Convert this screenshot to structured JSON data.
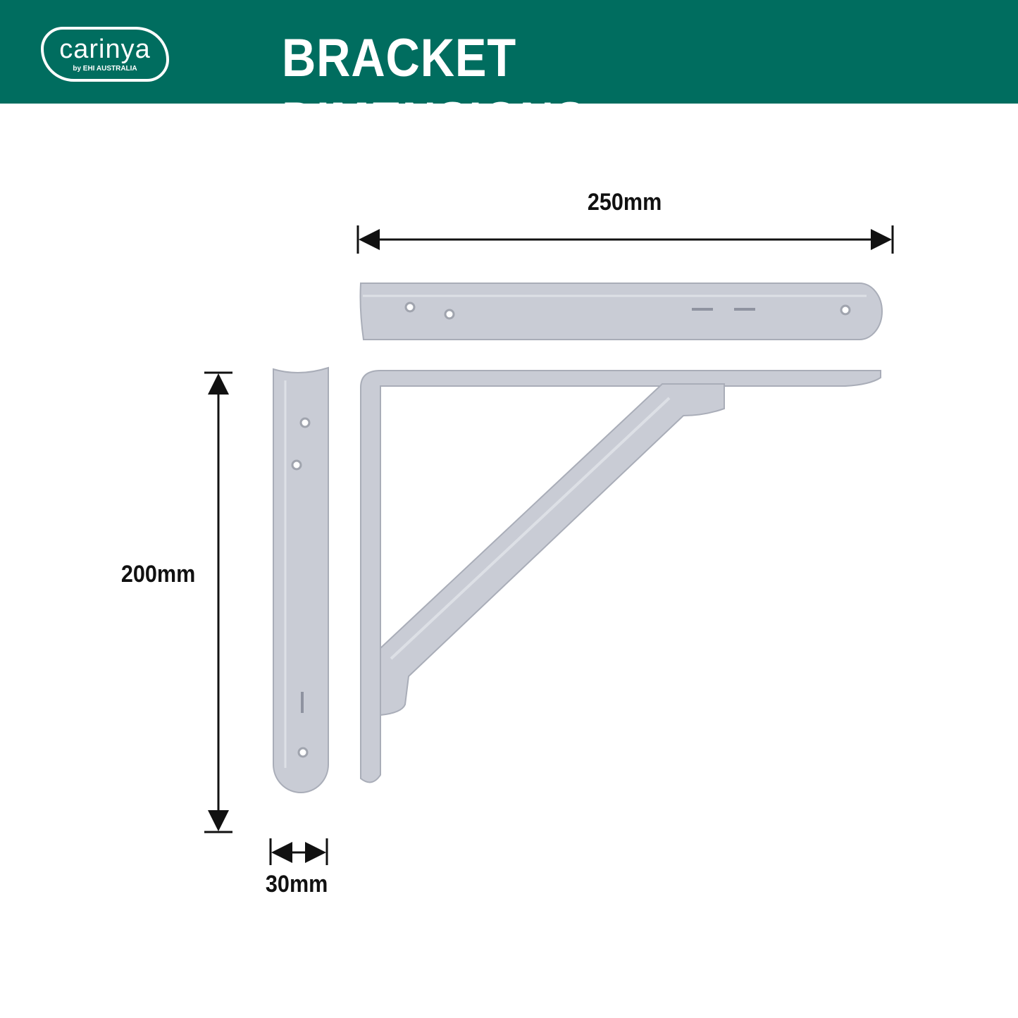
{
  "header": {
    "logo": {
      "brand": "carinya",
      "sub": "by EHI AUSTRALIA"
    },
    "title": "BRACKET DIMENSIONS"
  },
  "dimensions": {
    "length": "250mm",
    "height": "200mm",
    "width": "30mm"
  },
  "colors": {
    "header": "#006d5f",
    "bracket": "#c9ccd5"
  }
}
